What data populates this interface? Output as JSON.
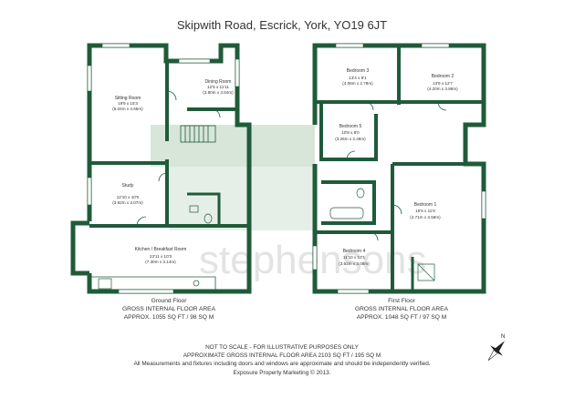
{
  "title": "Skipwith Road, Escrick, York, YO19 6JT",
  "watermark": "stephensons",
  "colors": {
    "wall": "#1f5b3a",
    "landing": "#d7e6d9",
    "watermark": "#e3e3e3",
    "text": "#333333"
  },
  "ground_floor": {
    "rooms": [
      {
        "name": "Sitting Room",
        "dim_imperial": "19'9 x 15'3",
        "dim_metric": "(6.04m x 4.65m)"
      },
      {
        "name": "Dining Room",
        "dim_imperial": "12'5 x 11'11",
        "dim_metric": "(3.80m x 3.64m)"
      },
      {
        "name": "Study",
        "dim_imperial": "12'10 x 10'0",
        "dim_metric": "(3.92m x 3.07m)"
      },
      {
        "name": "Kitchen / Breakfast Room",
        "dim_imperial": "23'11 x 10'3",
        "dim_metric": "(7.30m x 3.14m)"
      }
    ],
    "caption": {
      "name": "Ground Floor",
      "line1": "GROSS INTERNAL FLOOR AREA",
      "line2": "APPROX. 1055 SQ FT / 98 SQ M"
    }
  },
  "first_floor": {
    "rooms": [
      {
        "name": "Bedroom 3",
        "dim_imperial": "13'4 x 9'1",
        "dim_metric": "(4.08m x 2.78m)"
      },
      {
        "name": "Bedroom 2",
        "dim_imperial": "13'9 x 12'7",
        "dim_metric": "(4.20m x 3.86m)"
      },
      {
        "name": "Bedroom 5",
        "dim_imperial": "10'8 x 8'0",
        "dim_metric": "(3.26m x 2.46m)"
      },
      {
        "name": "Bedroom 1",
        "dim_imperial": "15'5 x 11'8",
        "dim_metric": "(4.71m x 3.58m)"
      },
      {
        "name": "Bedroom 4",
        "dim_imperial": "11'10 x 10'1",
        "dim_metric": "(3.63m x 3.08m)"
      }
    ],
    "caption": {
      "name": "First Floor",
      "line1": "GROSS INTERNAL FLOOR AREA",
      "line2": "APPROX. 1048 SQ FT / 97 SQ M"
    }
  },
  "footer": {
    "line1": "NOT TO SCALE - FOR ILLUSTRATIVE PURPOSES ONLY",
    "line2": "APPROXIMATE GROSS INTERNAL FLOOR AREA 2103 SQ FT / 195 SQ M",
    "line3": "All Measurements and fixtures including doors and windows are approximate and should be independently verified.",
    "line4": "Exposure Property Marketing  © 2013."
  },
  "compass": {
    "label": "N"
  }
}
